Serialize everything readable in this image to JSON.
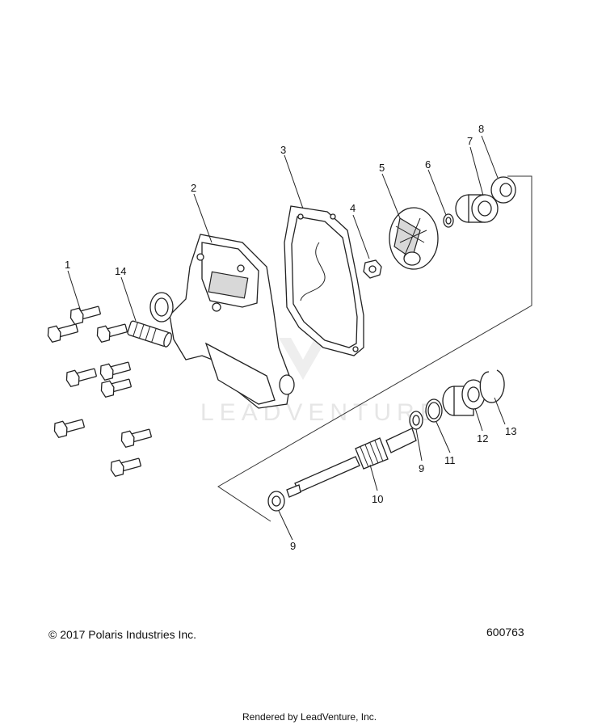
{
  "watermark": "LEADVENTURE",
  "copyright": "© 2017 Polaris Industries Inc.",
  "diagram_number": "600763",
  "rendered_by": "Rendered by LeadVenture, Inc.",
  "callouts": {
    "c1": "1",
    "c2": "2",
    "c3": "3",
    "c4": "4",
    "c5": "5",
    "c6": "6",
    "c7": "7",
    "c8": "8",
    "c9a": "9",
    "c9b": "9",
    "c10": "10",
    "c11": "11",
    "c12": "12",
    "c13": "13",
    "c14": "14"
  }
}
